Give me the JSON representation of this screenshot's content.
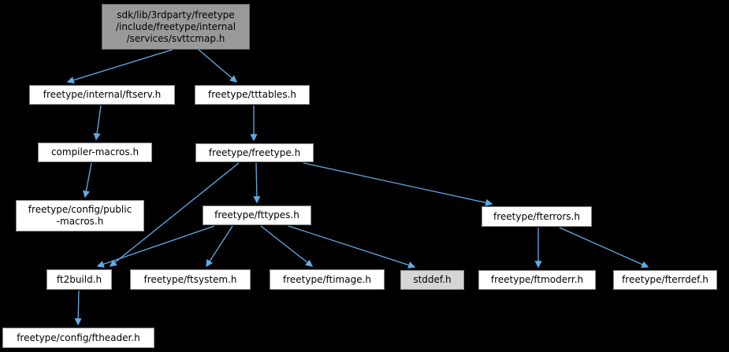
{
  "diagram": {
    "kind": "include-dependency-graph",
    "colors": {
      "background": "#000000",
      "edge": "#5fade8",
      "node_fill": "#ffffff",
      "node_border": "#878787",
      "root_node_fill": "#999999",
      "external_node_fill": "#d5d5d5",
      "text": "#000000"
    },
    "nodes": [
      {
        "id": "svttcmap",
        "label": "sdk/lib/3rdparty/freetype\n/include/freetype/internal\n/services/svttcmap.h",
        "kind": "root"
      },
      {
        "id": "ftserv",
        "label": "freetype/internal/ftserv.h",
        "kind": "file"
      },
      {
        "id": "tttables",
        "label": "freetype/tttables.h",
        "kind": "file"
      },
      {
        "id": "compiler",
        "label": "compiler-macros.h",
        "kind": "file"
      },
      {
        "id": "freetype",
        "label": "freetype/freetype.h",
        "kind": "file"
      },
      {
        "id": "publicmacros",
        "label": "freetype/config/public\n-macros.h",
        "kind": "file"
      },
      {
        "id": "fttypes",
        "label": "freetype/fttypes.h",
        "kind": "file"
      },
      {
        "id": "fterrors",
        "label": "freetype/fterrors.h",
        "kind": "file"
      },
      {
        "id": "ft2build",
        "label": "ft2build.h",
        "kind": "file"
      },
      {
        "id": "ftsystem",
        "label": "freetype/ftsystem.h",
        "kind": "file"
      },
      {
        "id": "ftimage",
        "label": "freetype/ftimage.h",
        "kind": "file"
      },
      {
        "id": "stddef",
        "label": "stddef.h",
        "kind": "external"
      },
      {
        "id": "ftmoderr",
        "label": "freetype/ftmoderr.h",
        "kind": "file"
      },
      {
        "id": "fterrdef",
        "label": "freetype/fterrdef.h",
        "kind": "file"
      },
      {
        "id": "ftheader",
        "label": "freetype/config/ftheader.h",
        "kind": "file"
      }
    ],
    "edges": [
      {
        "from": "svttcmap",
        "to": "ftserv"
      },
      {
        "from": "svttcmap",
        "to": "tttables"
      },
      {
        "from": "ftserv",
        "to": "compiler"
      },
      {
        "from": "tttables",
        "to": "freetype"
      },
      {
        "from": "compiler",
        "to": "publicmacros"
      },
      {
        "from": "freetype",
        "to": "ft2build"
      },
      {
        "from": "freetype",
        "to": "fttypes"
      },
      {
        "from": "freetype",
        "to": "fterrors"
      },
      {
        "from": "fttypes",
        "to": "ft2build"
      },
      {
        "from": "fttypes",
        "to": "ftsystem"
      },
      {
        "from": "fttypes",
        "to": "ftimage"
      },
      {
        "from": "fttypes",
        "to": "stddef"
      },
      {
        "from": "fterrors",
        "to": "ftmoderr"
      },
      {
        "from": "fterrors",
        "to": "fterrdef"
      },
      {
        "from": "ft2build",
        "to": "ftheader"
      }
    ]
  }
}
